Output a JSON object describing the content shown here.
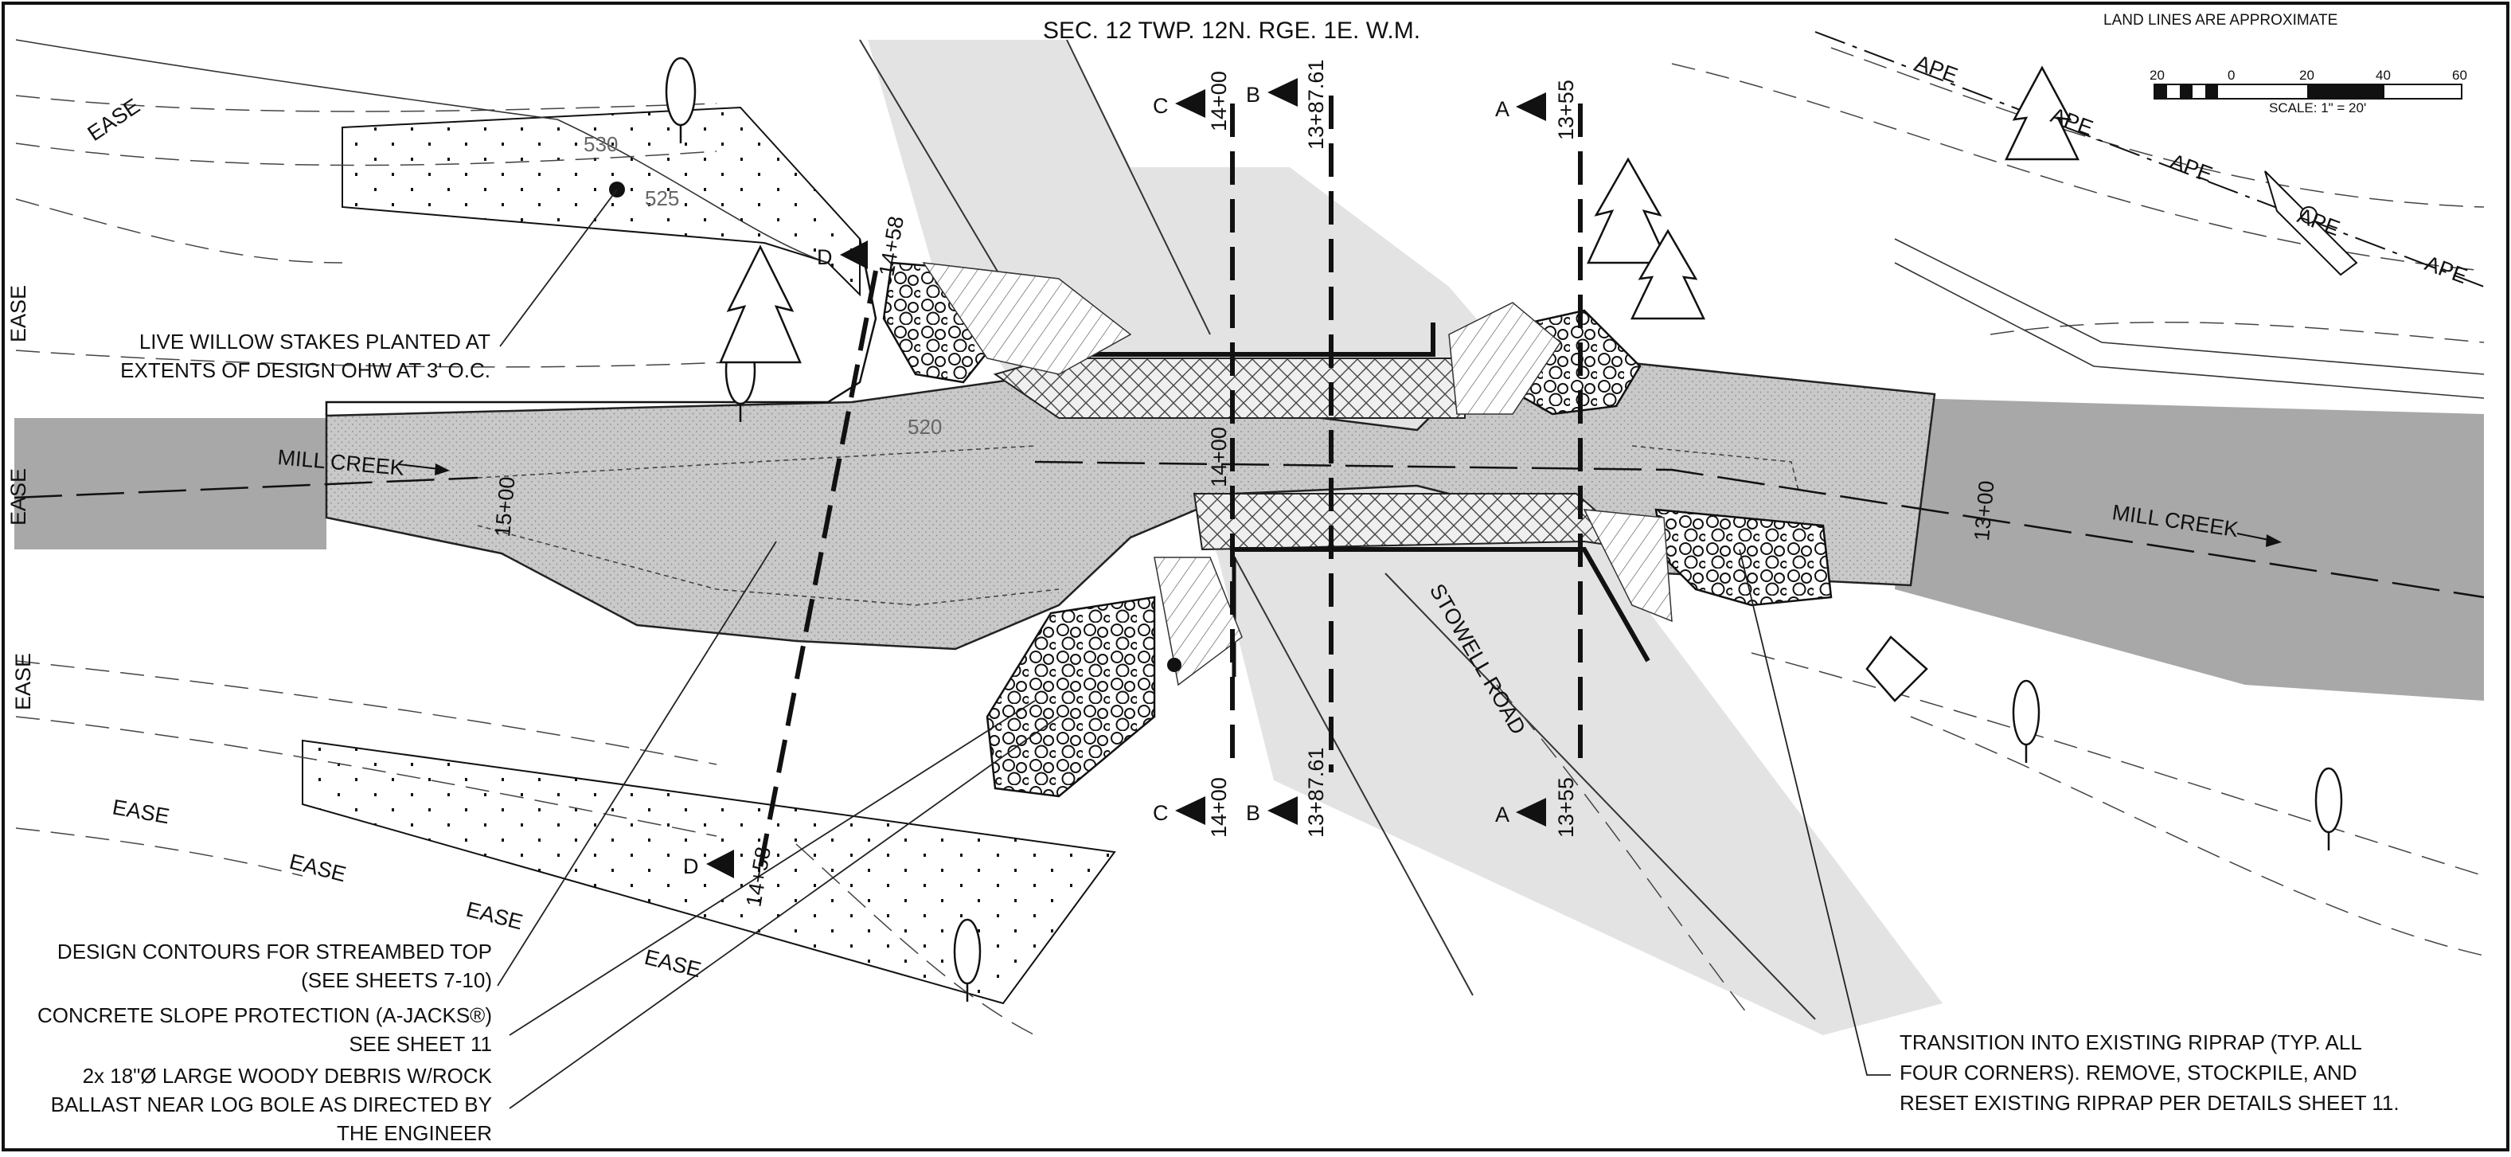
{
  "drawing": {
    "header": "SEC. 12 TWP. 12N. RGE. 1E. W.M.",
    "land_lines_note": "LAND LINES ARE APPROXIMATE",
    "scale": {
      "ticks": [
        "20",
        "0",
        "20",
        "40",
        "60"
      ],
      "caption": "SCALE: 1\" = 20'"
    },
    "creek_label": "MILL CREEK",
    "road_label": "STOWELL ROAD",
    "ape_label": "APE",
    "ease_label": "EASE",
    "contours": [
      "530",
      "525",
      "520"
    ],
    "stations": {
      "s1500": "15+00",
      "s1400": "14+00",
      "s1300": "13+00",
      "s1458": "14+58",
      "s1387": "13+87.61",
      "s1355": "13+55"
    },
    "sections": {
      "a": "A",
      "b": "B",
      "c": "C",
      "d": "D"
    },
    "notes": {
      "willow": [
        "LIVE WILLOW STAKES PLANTED AT",
        "EXTENTS OF DESIGN OHW AT 3' O.C."
      ],
      "contours": [
        "DESIGN CONTOURS FOR STREAMBED TOP",
        "(SEE SHEETS 7-10)"
      ],
      "ajacks": [
        "CONCRETE SLOPE PROTECTION (A-JACKS®)",
        "SEE SHEET 11"
      ],
      "lwd": [
        "2x 18\"Ø LARGE WOODY DEBRIS W/ROCK",
        "BALLAST NEAR LOG BOLE AS DIRECTED BY",
        "THE ENGINEER"
      ],
      "riprap": [
        "TRANSITION INTO EXISTING RIPRAP (TYP. ALL",
        "FOUR CORNERS). REMOVE, STOCKPILE, AND",
        "RESET EXISTING RIPRAP PER DETAILS SHEET 11."
      ]
    }
  }
}
